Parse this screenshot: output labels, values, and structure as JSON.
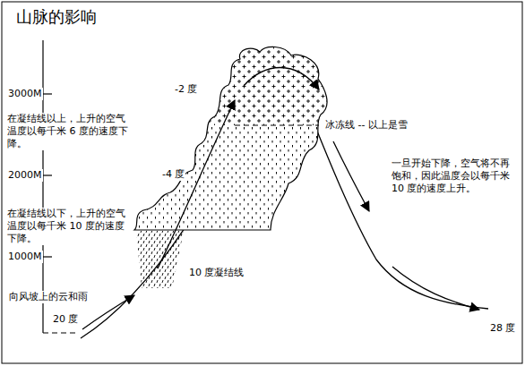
{
  "diagram": {
    "title": "山脉的影响",
    "labels": [
      "3000M",
      "2000M",
      "1000M",
      "-2 度",
      "在凝结线以上，上升的空气温度以每千米 6 度的速度下降。",
      "-4 度",
      "在凝结线以下，上升的空气温度以每千米 10 度的速度下降。",
      "10 度凝结线",
      "冰冻线 -- 以上是雪",
      "向风坡上的云和雨",
      "20 度",
      "一旦开始下降，空气将不再饱和，因此温度会以每千米 10 度的速度上升。",
      "28 度"
    ]
  }
}
